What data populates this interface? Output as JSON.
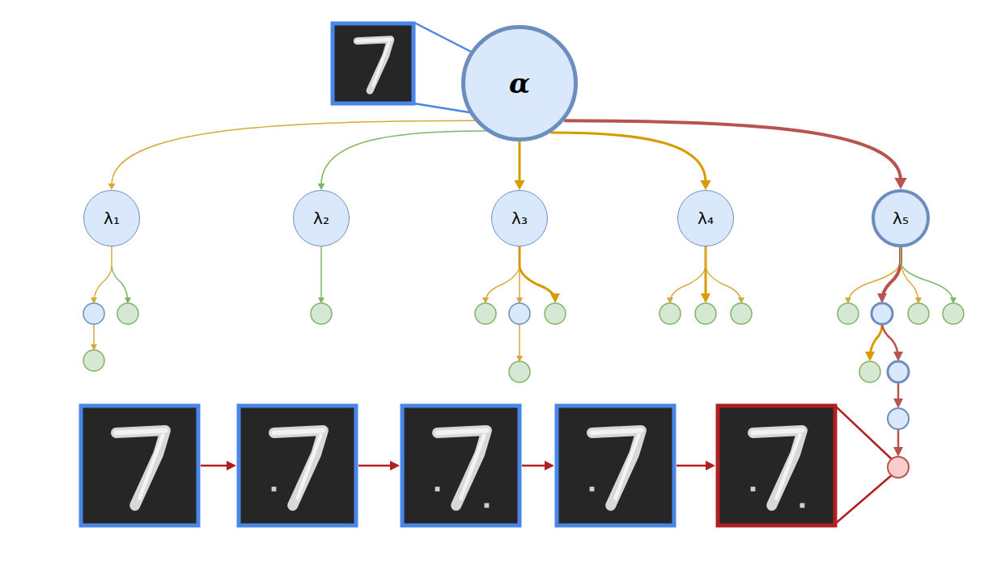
{
  "diagram": {
    "nodes": [
      {
        "text": [
          "α"
        ]
      },
      {
        "text": [
          "λ₁"
        ]
      },
      {
        "text": [
          "λ₂"
        ]
      },
      {
        "text": [
          "λ₃"
        ]
      },
      {
        "text": [
          "λ₄"
        ]
      },
      {
        "text": [
          "λ₅"
        ]
      }
    ],
    "edges": [
      {
        "from": 0,
        "to": 1,
        "arrow": "to"
      },
      {
        "from": 0,
        "to": 2,
        "arrow": "to"
      },
      {
        "from": 0,
        "to": 3,
        "arrow": "to"
      },
      {
        "from": 0,
        "to": 4,
        "arrow": "to"
      },
      {
        "from": 0,
        "to": 5,
        "arrow": "to"
      }
    ]
  }
}
